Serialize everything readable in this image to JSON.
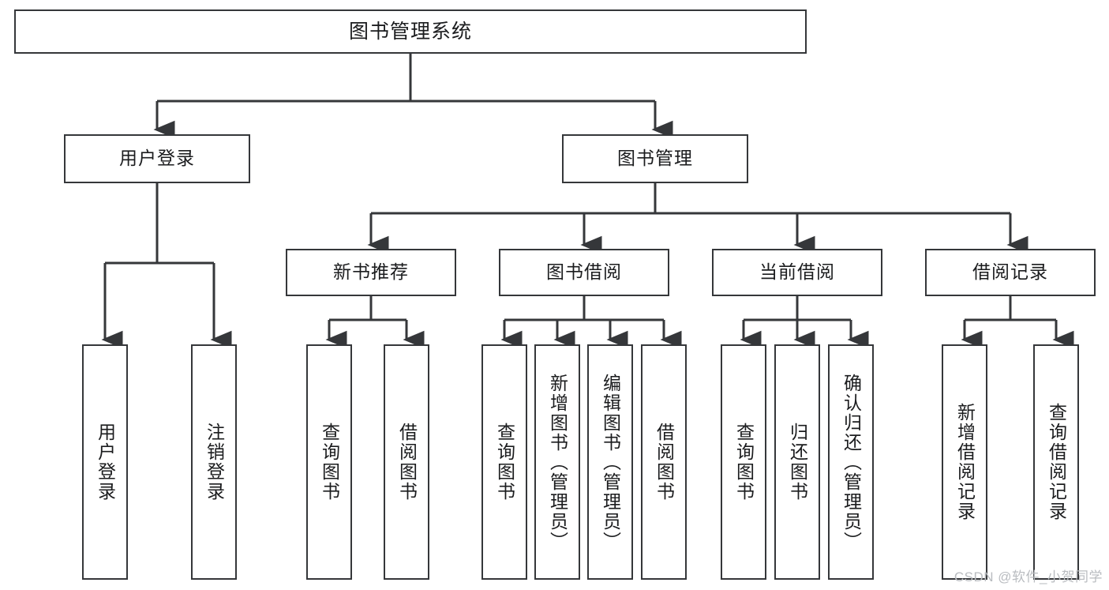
{
  "diagram": {
    "title": "图书管理系统",
    "type": "tree",
    "watermark": "CSDN @软件_小贺同学",
    "levels": {
      "root": {
        "label": "图书管理系统"
      },
      "level2": [
        {
          "id": "user-login",
          "label": "用户登录"
        },
        {
          "id": "book-management",
          "label": "图书管理"
        }
      ],
      "level3": [
        {
          "id": "new-book-recommend",
          "label": "新书推荐",
          "parent": "book-management"
        },
        {
          "id": "book-borrow",
          "label": "图书借阅",
          "parent": "book-management"
        },
        {
          "id": "current-borrow",
          "label": "当前借阅",
          "parent": "book-management"
        },
        {
          "id": "borrow-record",
          "label": "借阅记录",
          "parent": "book-management"
        }
      ],
      "leaves": [
        {
          "id": "leaf-user-login",
          "label": "用户登录",
          "parent": "user-login"
        },
        {
          "id": "leaf-logout-login",
          "label": "注销登录",
          "parent": "user-login"
        },
        {
          "id": "leaf-query-book-1",
          "label": "查询图书",
          "parent": "new-book-recommend"
        },
        {
          "id": "leaf-borrow-book-1",
          "label": "借阅图书",
          "parent": "new-book-recommend"
        },
        {
          "id": "leaf-query-book-2",
          "label": "查询图书",
          "parent": "book-borrow"
        },
        {
          "id": "leaf-add-book",
          "label": "新增图书（管理员）",
          "parent": "book-borrow"
        },
        {
          "id": "leaf-edit-book",
          "label": "编辑图书（管理员）",
          "parent": "book-borrow"
        },
        {
          "id": "leaf-borrow-book-2",
          "label": "借阅图书",
          "parent": "book-borrow"
        },
        {
          "id": "leaf-query-book-3",
          "label": "查询图书",
          "parent": "current-borrow"
        },
        {
          "id": "leaf-return-book",
          "label": "归还图书",
          "parent": "current-borrow"
        },
        {
          "id": "leaf-confirm-return",
          "label": "确认归还（管理员）",
          "parent": "current-borrow"
        },
        {
          "id": "leaf-add-record",
          "label": "新增借阅记录",
          "parent": "borrow-record"
        },
        {
          "id": "leaf-query-record",
          "label": "查询借阅记录",
          "parent": "borrow-record"
        }
      ]
    },
    "colors": {
      "stroke": "#35373a",
      "box_fill": "#ffffff",
      "text": "#1b1c1e",
      "watermark": "#b9bcc0"
    }
  }
}
